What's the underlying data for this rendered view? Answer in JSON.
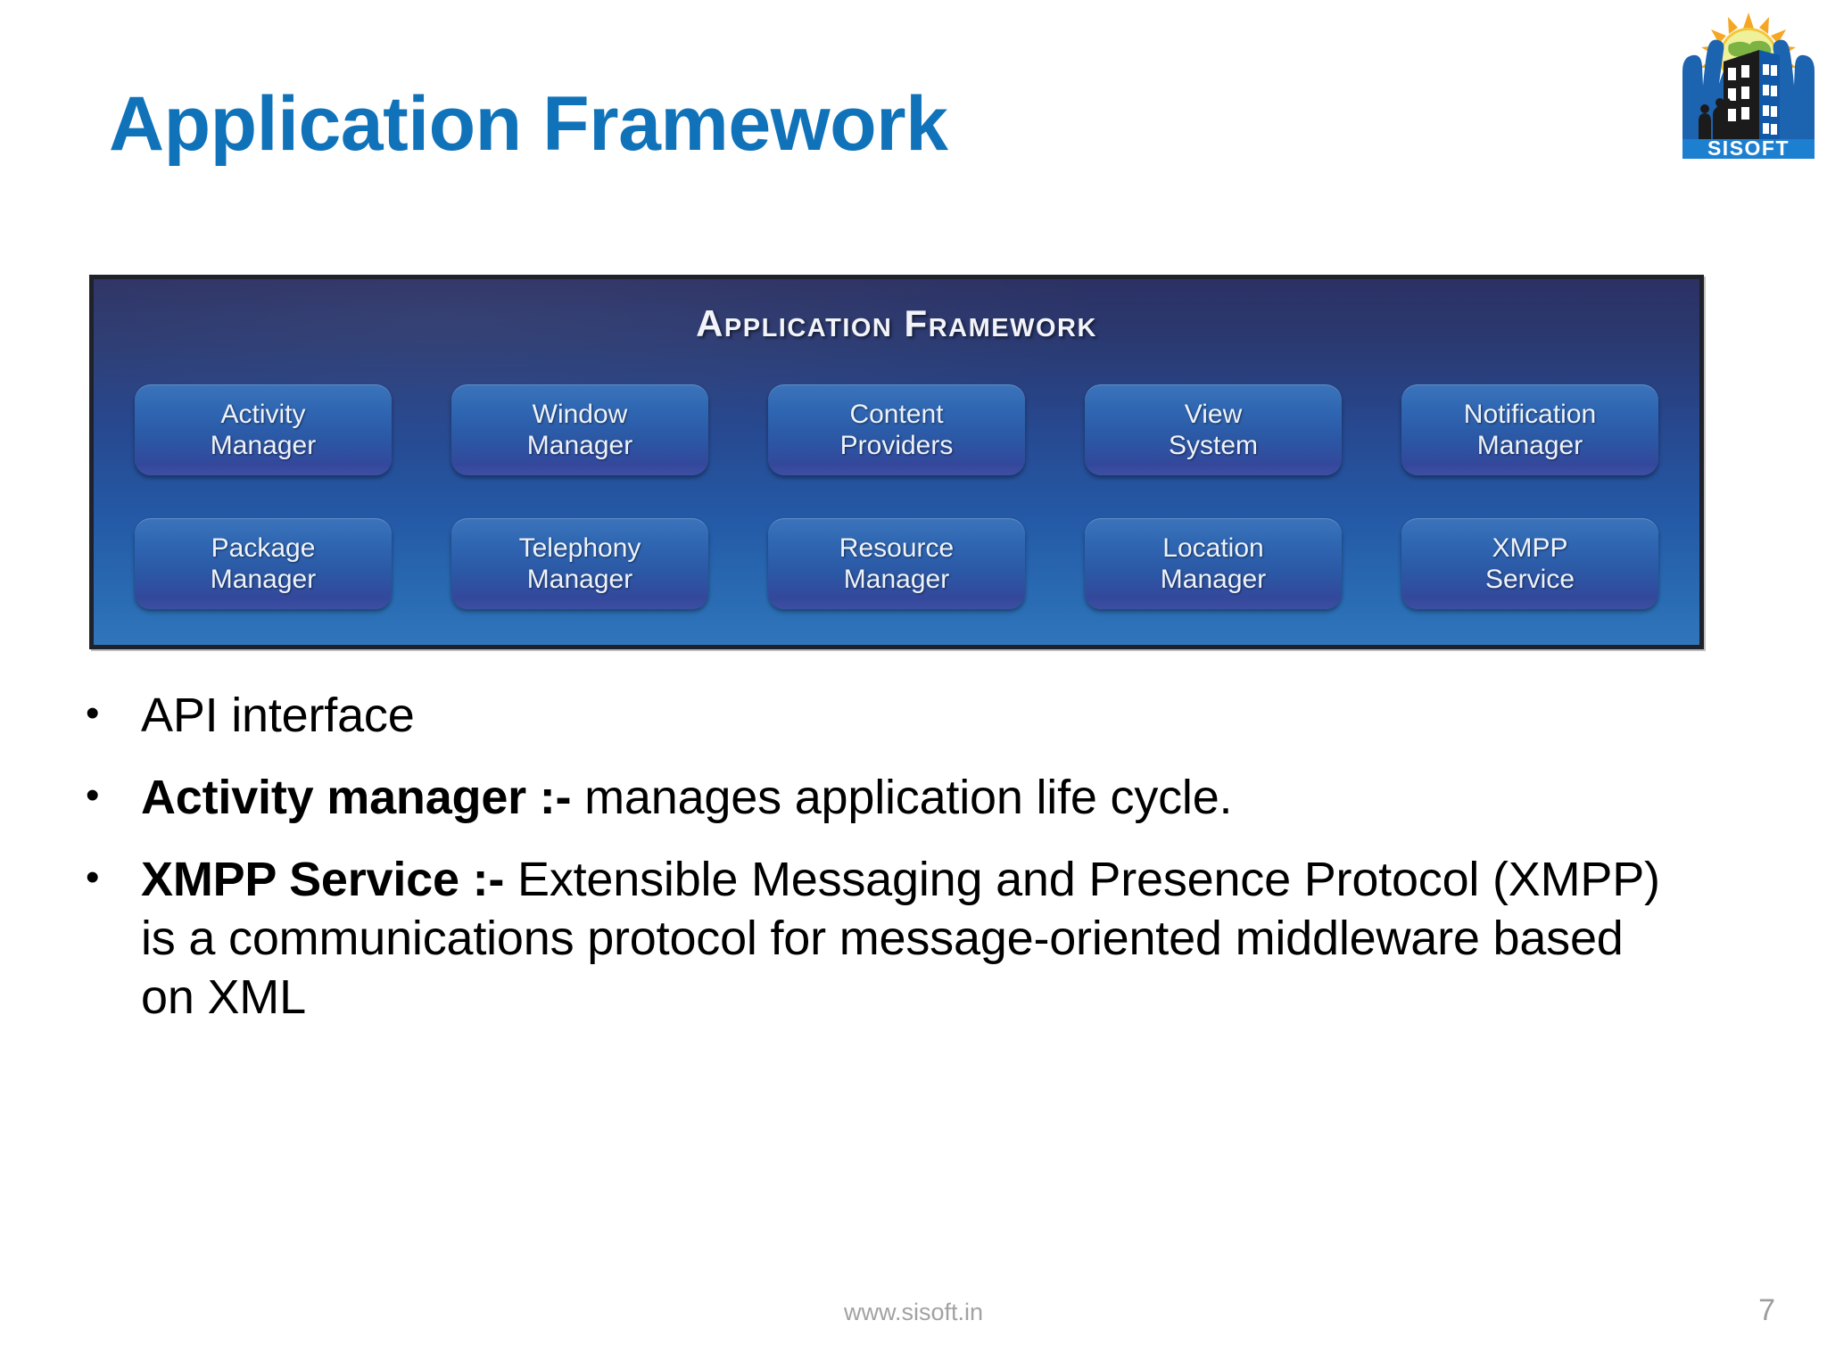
{
  "slide": {
    "title": "Application Framework",
    "title_color": "#1073ba"
  },
  "logo": {
    "name": "sisoft-logo",
    "wordmark": "SISOFT",
    "banner_color": "#1c7fd0",
    "hands_color": "#1c63b0",
    "sun_color": "#f5a623",
    "globe_color": "#8cc63f"
  },
  "diagram": {
    "heading": "Application Framework",
    "panel_border_color": "#20222b",
    "panel_gradient_top": "#2c3163",
    "panel_gradient_bottom": "#3076bb",
    "node_gradient_top": "#3b74bb",
    "node_gradient_bottom": "#3d4fa3",
    "rows": [
      [
        {
          "line1": "Activity",
          "line2": "Manager"
        },
        {
          "line1": "Window",
          "line2": "Manager"
        },
        {
          "line1": "Content",
          "line2": "Providers"
        },
        {
          "line1": "View",
          "line2": "System"
        },
        {
          "line1": "Notification",
          "line2": "Manager"
        }
      ],
      [
        {
          "line1": "Package",
          "line2": "Manager"
        },
        {
          "line1": "Telephony",
          "line2": "Manager"
        },
        {
          "line1": "Resource",
          "line2": "Manager"
        },
        {
          "line1": "Location",
          "line2": "Manager"
        },
        {
          "line1": "XMPP",
          "line2": "Service"
        }
      ]
    ]
  },
  "bullets": {
    "marker": "•",
    "items": [
      {
        "bold": "",
        "rest": "API interface"
      },
      {
        "bold": "Activity manager :-",
        "rest": "  manages application life cycle."
      },
      {
        "bold": "XMPP Service :-",
        "rest": " Extensible Messaging and Presence Protocol (XMPP) is a communications protocol for message-oriented middleware based on XML"
      }
    ]
  },
  "footer": {
    "url": "www.sisoft.in",
    "page_number": "7"
  }
}
